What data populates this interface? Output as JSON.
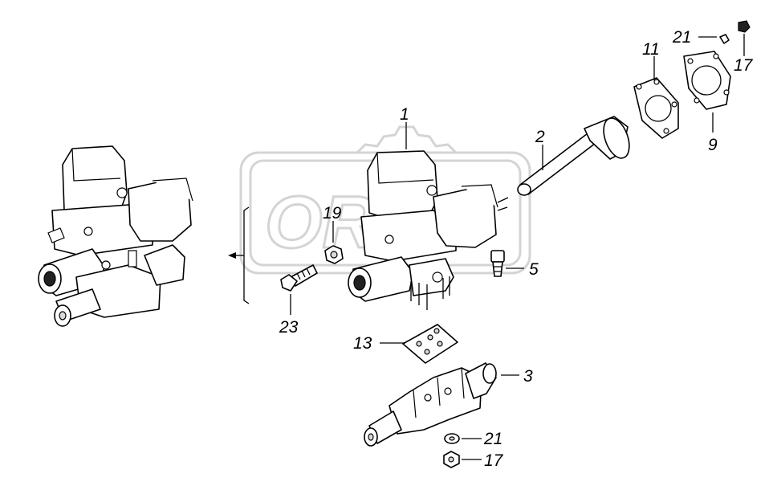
{
  "watermark": {
    "text": "ORIX"
  },
  "callouts": [
    {
      "id": "1",
      "label": "1"
    },
    {
      "id": "2",
      "label": "2"
    },
    {
      "id": "3",
      "label": "3"
    },
    {
      "id": "5",
      "label": "5"
    },
    {
      "id": "9",
      "label": "9"
    },
    {
      "id": "11",
      "label": "11"
    },
    {
      "id": "13",
      "label": "13"
    },
    {
      "id": "17a",
      "label": "17"
    },
    {
      "id": "17b",
      "label": "17"
    },
    {
      "id": "19",
      "label": "19"
    },
    {
      "id": "21a",
      "label": "21"
    },
    {
      "id": "21b",
      "label": "21"
    },
    {
      "id": "23",
      "label": "23"
    }
  ]
}
